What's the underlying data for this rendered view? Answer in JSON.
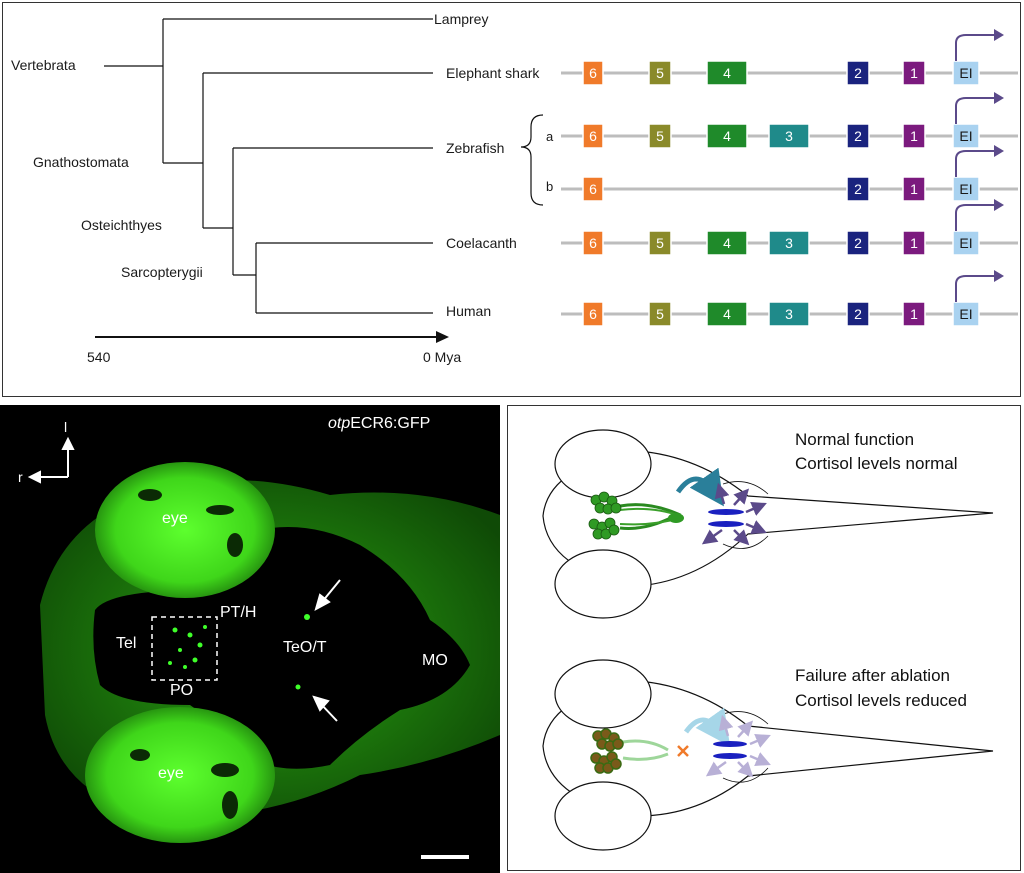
{
  "tree": {
    "taxa": [
      "Lamprey",
      "Elephant shark",
      "Zebrafish",
      "Coelacanth",
      "Human"
    ],
    "clades": [
      "Vertebrata",
      "Gnathostomata",
      "Osteichthyes",
      "Sarcopterygii"
    ],
    "zebrafish_paralogs": [
      "a",
      "b"
    ],
    "timeline": {
      "start": "540",
      "end": "0 Mya"
    }
  },
  "elements": {
    "labels": [
      "6",
      "5",
      "4",
      "3",
      "2",
      "1",
      "EI"
    ],
    "colors": {
      "6": "#f07a2a",
      "5": "#8a8a2a",
      "4": "#1f8a2a",
      "3": "#1f8a8a",
      "2": "#1a237e",
      "1": "#7b1a7e",
      "EI": "#a9d2f0"
    },
    "arrow_color": "#5b4a8a"
  },
  "micro": {
    "title_italic": "otp",
    "title_rest": "ECR6:GFP",
    "axis_l": "l",
    "axis_r": "r",
    "regions": {
      "eye_top": "eye",
      "eye_bottom": "eye",
      "tel": "Tel",
      "pt_h": "PT/H",
      "po": "PO",
      "teo_t": "TeO/T",
      "mo": "MO"
    }
  },
  "schema": {
    "normal_line1": "Normal function",
    "normal_line2": "Cortisol levels normal",
    "ablation_line1": "Failure after ablation",
    "ablation_line2": "Cortisol levels reduced"
  }
}
